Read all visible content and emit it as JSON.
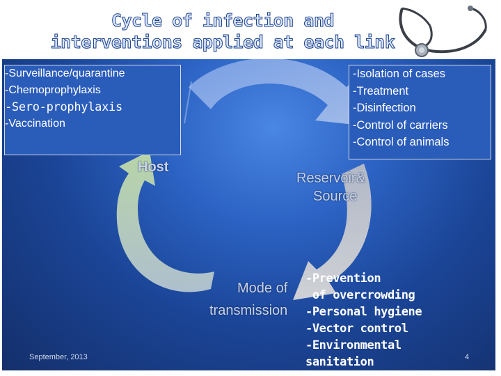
{
  "title": {
    "line1": "Cycle of infection and",
    "line2": "interventions applied at each link"
  },
  "boxes": {
    "host_interventions": [
      "-Surveillance/quarantine",
      "-Chemoprophylaxis",
      "-Sero-prophylaxis",
      "-Vaccination"
    ],
    "reservoir_interventions": [
      "-Isolation  of  cases",
      "-Treatment",
      "-Disinfection",
      "-Control of carriers",
      "-Control of animals"
    ],
    "transmission_interventions": [
      "-Prevention",
      " of overcrowding",
      "-Personal hygiene",
      "-Vector control",
      "-Environmental",
      "sanitation"
    ]
  },
  "nodes": {
    "host": "Host",
    "reservoir": [
      "Reservoir&",
      "Source"
    ],
    "mode": [
      "Mode of",
      "transmission"
    ]
  },
  "footer": {
    "date": "September, 2013",
    "page": "4"
  },
  "colors": {
    "arrow_blue": "#7fa6e8",
    "arrow_grey": "#c8c8c8",
    "arrow_green": "#b9d3a6",
    "background": "#1b4597",
    "title_outline": "#1b3f8f"
  },
  "icons": [
    "stethoscope-icon"
  ]
}
